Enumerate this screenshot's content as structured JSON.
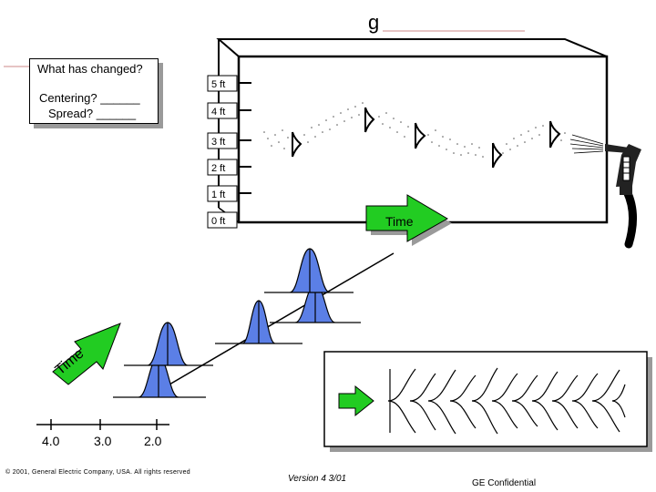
{
  "slide": {
    "header_letter": "g",
    "question": "What has changed?",
    "centering": "Centering? ______",
    "spread": "Spread? ______",
    "height_labels": [
      "5 ft",
      "4 ft",
      "3 ft",
      "2 ft",
      "1 ft",
      "0 ft"
    ],
    "time_arrow_label": "Time",
    "diagonal_time_label": "Time",
    "axis_labels": [
      "4.0",
      "3.0",
      "2.0"
    ],
    "copyright": "© 2001, General Electric Company, USA. All rights reserved",
    "version": "Version 4 3/01",
    "confidential": "GE Confidential"
  },
  "colors": {
    "curve_fill": "#5b7fe6",
    "arrow_green": "#22cc22",
    "shadow": "#9a9a9a"
  },
  "icons": {
    "hose": "garden-hose-nozzle-icon",
    "arrow": "green-arrow-icon"
  }
}
